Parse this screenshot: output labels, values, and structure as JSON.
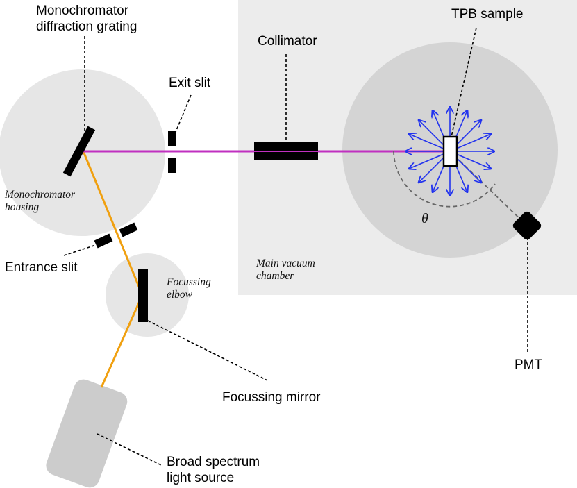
{
  "labels": {
    "grating": [
      "Monochromator",
      "diffraction grating"
    ],
    "exit_slit": "Exit slit",
    "collimator": "Collimator",
    "tpb_sample": "TPB sample",
    "mono_housing": [
      "Monochromator",
      "housing"
    ],
    "entrance_slit": "Entrance slit",
    "focussing_elbow": [
      "Focussing",
      "elbow"
    ],
    "main_chamber": [
      "Main vacuum",
      "chamber"
    ],
    "pmt": "PMT",
    "focussing_mirror": "Focussing mirror",
    "light_source": [
      "Broad spectrum",
      "light source"
    ],
    "angle": "θ"
  },
  "colors": {
    "uv_beam": "#c030c0",
    "visible_beam": "#f0a010",
    "emission_arrows": "#2233ee",
    "chamber_fill": "#ececec",
    "disc_fill": "#d4d4d4",
    "component_fill": "#000000"
  }
}
